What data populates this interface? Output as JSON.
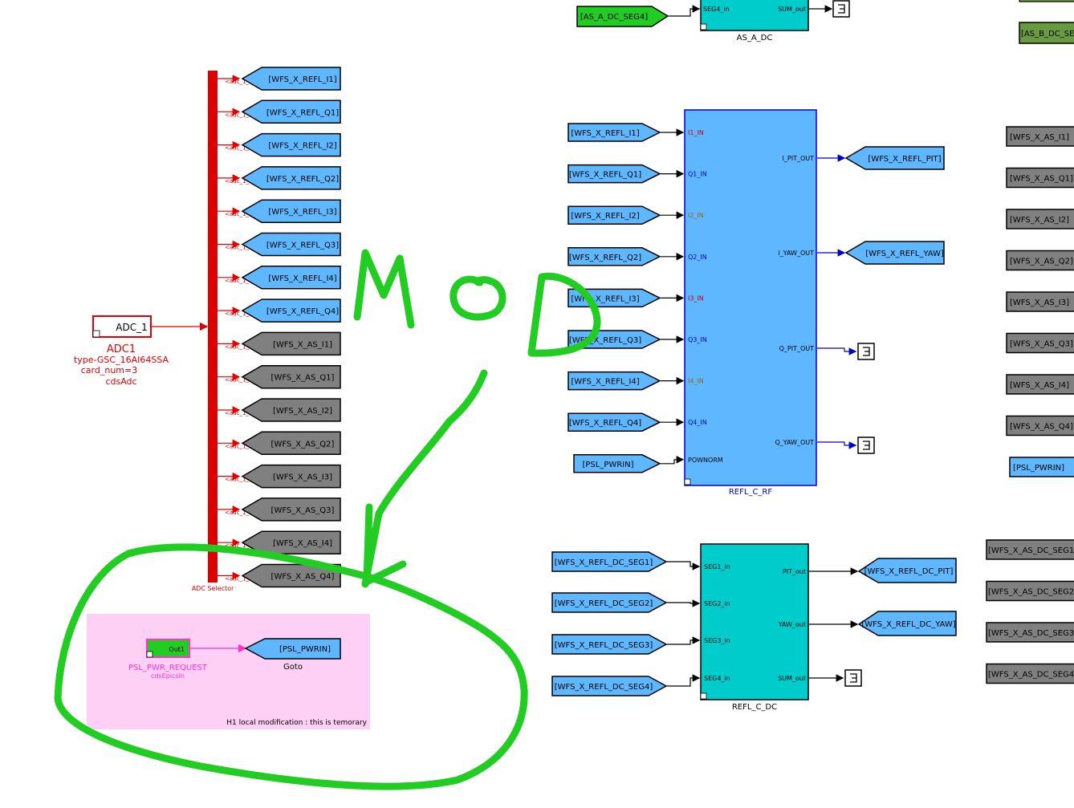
{
  "adc": {
    "block_label": "ADC_1",
    "name": "ADC1",
    "type": "type-GSC_16AI64SSA",
    "card": "card_num=3",
    "lib": "cdsAdc",
    "selector_label": "ADC Selector",
    "port_label": "<adc_1_>"
  },
  "adc_outputs": [
    {
      "name": "[WFS_X_REFL_I1]",
      "color": "#5eb7ff"
    },
    {
      "name": "[WFS_X_REFL_Q1]",
      "color": "#5eb7ff"
    },
    {
      "name": "[WFS_X_REFL_I2]",
      "color": "#5eb7ff"
    },
    {
      "name": "[WFS_X_REFL_Q2]",
      "color": "#5eb7ff"
    },
    {
      "name": "[WFS_X_REFL_I3]",
      "color": "#5eb7ff"
    },
    {
      "name": "[WFS_X_REFL_Q3]",
      "color": "#5eb7ff"
    },
    {
      "name": "[WFS_X_REFL_I4]",
      "color": "#5eb7ff"
    },
    {
      "name": "[WFS_X_REFL_Q4]",
      "color": "#5eb7ff"
    },
    {
      "name": "[WFS_X_AS_I1]",
      "color": "#808080"
    },
    {
      "name": "[WFS_X_AS_Q1]",
      "color": "#808080"
    },
    {
      "name": "[WFS_X_AS_I2]",
      "color": "#808080"
    },
    {
      "name": "[WFS_X_AS_Q2]",
      "color": "#808080"
    },
    {
      "name": "[WFS_X_AS_I3]",
      "color": "#808080"
    },
    {
      "name": "[WFS_X_AS_Q3]",
      "color": "#808080"
    },
    {
      "name": "[WFS_X_AS_I4]",
      "color": "#808080"
    },
    {
      "name": "[WFS_X_AS_Q4]",
      "color": "#808080"
    }
  ],
  "refl_rf": {
    "name": "REFL_C_RF",
    "inputs": [
      {
        "from": "[WFS_X_REFL_I1]",
        "port": "I1_IN"
      },
      {
        "from": "[WFS_X_REFL_Q1]",
        "port": "Q1_IN"
      },
      {
        "from": "[WFS_X_REFL_I2]",
        "port": "I2_IN"
      },
      {
        "from": "[WFS_X_REFL_Q2]",
        "port": "Q2_IN"
      },
      {
        "from": "[WFS_X_REFL_I3]",
        "port": "I3_IN"
      },
      {
        "from": "[WFS_X_REFL_Q3]",
        "port": "Q3_IN"
      },
      {
        "from": "[WFS_X_REFL_I4]",
        "port": "I4_IN"
      },
      {
        "from": "[WFS_X_REFL_Q4]",
        "port": "Q4_IN"
      },
      {
        "from": "[PSL_PWRIN]",
        "port": "POWNORM"
      }
    ],
    "outputs": [
      {
        "port": "I_PIT_OUT",
        "to": "[WFS_X_REFL_PIT]"
      },
      {
        "port": "I_YAW_OUT",
        "to": "[WFS_X_REFL_YAW]"
      },
      {
        "port": "Q_PIT_OUT",
        "to": ""
      },
      {
        "port": "Q_YAW_OUT",
        "to": ""
      }
    ]
  },
  "refl_dc": {
    "name": "REFL_C_DC",
    "inputs": [
      {
        "from": "[WFS_X_REFL_DC_SEG1]",
        "port": "SEG1_in"
      },
      {
        "from": "[WFS_X_REFL_DC_SEG2]",
        "port": "SEG2_in"
      },
      {
        "from": "[WFS_X_REFL_DC_SEG3]",
        "port": "SEG3_in"
      },
      {
        "from": "[WFS_X_REFL_DC_SEG4]",
        "port": "SEG4_in"
      }
    ],
    "outputs": [
      {
        "port": "PIT_out",
        "to": "[WFS_X_REFL_DC_PIT]"
      },
      {
        "port": "YAW_out",
        "to": "[WFS_X_REFL_DC_YAW]"
      },
      {
        "port": "SUM_out",
        "to": ""
      }
    ]
  },
  "as_a_dc": {
    "name": "AS_A_DC",
    "input_from": "[AS_A_DC_SEG4]",
    "input_port": "SEG4_in",
    "output_port": "SUM_out"
  },
  "right_column": {
    "top_tag": "[AS_B_DC_SE",
    "as_tags": [
      {
        "name": "[WFS_X_AS_I1]",
        "color": "#808080"
      },
      {
        "name": "[WFS_X_AS_Q1]",
        "color": "#808080"
      },
      {
        "name": "[WFS_X_AS_I2]",
        "color": "#808080"
      },
      {
        "name": "[WFS_X_AS_Q2]",
        "color": "#808080"
      },
      {
        "name": "[WFS_X_AS_I3]",
        "color": "#808080"
      },
      {
        "name": "[WFS_X_AS_Q3]",
        "color": "#808080"
      },
      {
        "name": "[WFS_X_AS_I4]",
        "color": "#808080"
      },
      {
        "name": "[WFS_X_AS_Q4]",
        "color": "#808080"
      },
      {
        "name": "[PSL_PWRIN]",
        "color": "#5eb7ff"
      }
    ],
    "dc_tags": [
      "[WFS_X_AS_DC_SEG1",
      "[WFS_X_AS_DC_SEG2",
      "[WFS_X_AS_DC_SEG3",
      "[WFS_X_AS_DC_SEG4"
    ]
  },
  "psl": {
    "port": "Out1",
    "name": "PSL_PWR_REQUEST",
    "lib": "cdsEpicsIn",
    "goto_tag": "[PSL_PWRIN]",
    "goto_label": "Goto",
    "note": "H1 local modification : this is temorary"
  },
  "annotation": {
    "text": "MOD",
    "color": "#22cc22"
  },
  "colors": {
    "adc_red": "#dd0000",
    "tag_blue": "#5eb7ff",
    "tag_grey": "#808080",
    "block_cyan": "#00cccc",
    "block_blue": "#5eb7ff",
    "green_source": "#22cc22",
    "olive": "#6a9a40",
    "pink_area": "#ffd0f5",
    "magenta": "#ff33cc",
    "line_blue": "#0000cc"
  }
}
